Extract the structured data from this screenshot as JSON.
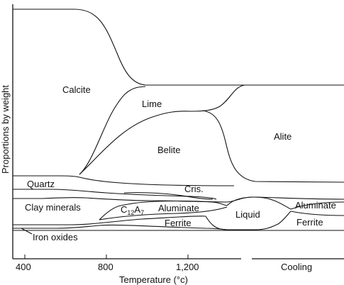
{
  "diagram": {
    "regions": {
      "calcite": "Calcite",
      "lime": "Lime",
      "belite": "Belite",
      "alite": "Alite",
      "quartz": "Quartz",
      "cris": "Cris.",
      "clay_minerals": "Clay minerals",
      "c12a7_base": "C",
      "c12a7_sub1": "12",
      "c12a7_mid": "A",
      "c12a7_sub2": "7",
      "aluminate_heating": "Aluminate",
      "liquid": "Liquid",
      "aluminate_cooling": "Aluminate",
      "ferrite_heating": "Ferrite",
      "ferrite_cooling": "Ferrite",
      "iron_oxides": "Iron oxides"
    },
    "axes": {
      "y_label": "Proportions by weight",
      "x_label": "Temperature (°c)",
      "x_ticks": [
        "400",
        "800",
        "1,200"
      ],
      "cooling_label": "Cooling"
    }
  }
}
